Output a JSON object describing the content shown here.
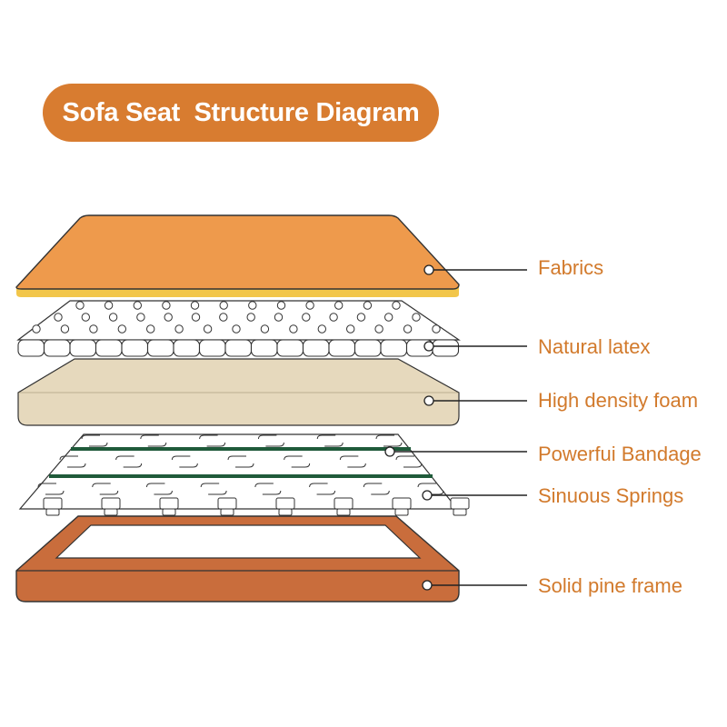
{
  "title": "Sofa Seat  Structure Diagram",
  "colors": {
    "accent": "#d87c30",
    "label_text": "#d27a2c",
    "fabric": "#ee9a4c",
    "fabric_edge": "#f2c64a",
    "foam": "#e6d9bd",
    "bandage": "#1f5a3a",
    "frame": "#c96d3c"
  },
  "layers": [
    {
      "id": "fabrics",
      "label": "Fabrics"
    },
    {
      "id": "natural-latex",
      "label": "Natural latex"
    },
    {
      "id": "high-density-foam",
      "label": "High density foam"
    },
    {
      "id": "powerful-bandage",
      "label": "Powerfui Bandage"
    },
    {
      "id": "sinuous-springs",
      "label": "Sinuous Springs"
    },
    {
      "id": "solid-pine-frame",
      "label": "Solid pine frame"
    }
  ]
}
